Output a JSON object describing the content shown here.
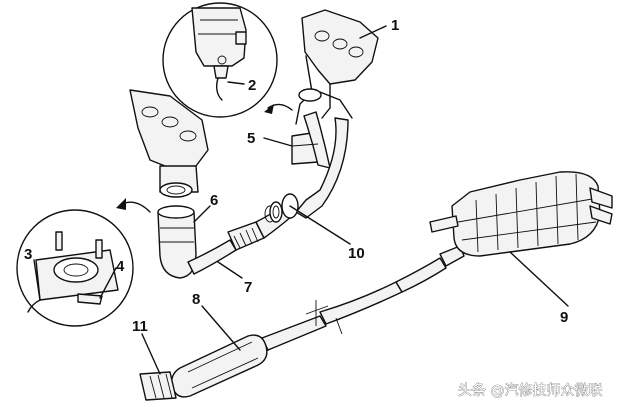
{
  "callouts": [
    {
      "id": "1",
      "label": "1"
    },
    {
      "id": "2",
      "label": "2"
    },
    {
      "id": "3",
      "label": "3"
    },
    {
      "id": "4",
      "label": "4"
    },
    {
      "id": "5",
      "label": "5"
    },
    {
      "id": "6",
      "label": "6"
    },
    {
      "id": "7",
      "label": "7"
    },
    {
      "id": "8",
      "label": "8"
    },
    {
      "id": "9",
      "label": "9"
    },
    {
      "id": "10",
      "label": "10"
    },
    {
      "id": "11",
      "label": "11"
    }
  ],
  "watermark": {
    "text": "头条 @汽修技师众微联"
  }
}
